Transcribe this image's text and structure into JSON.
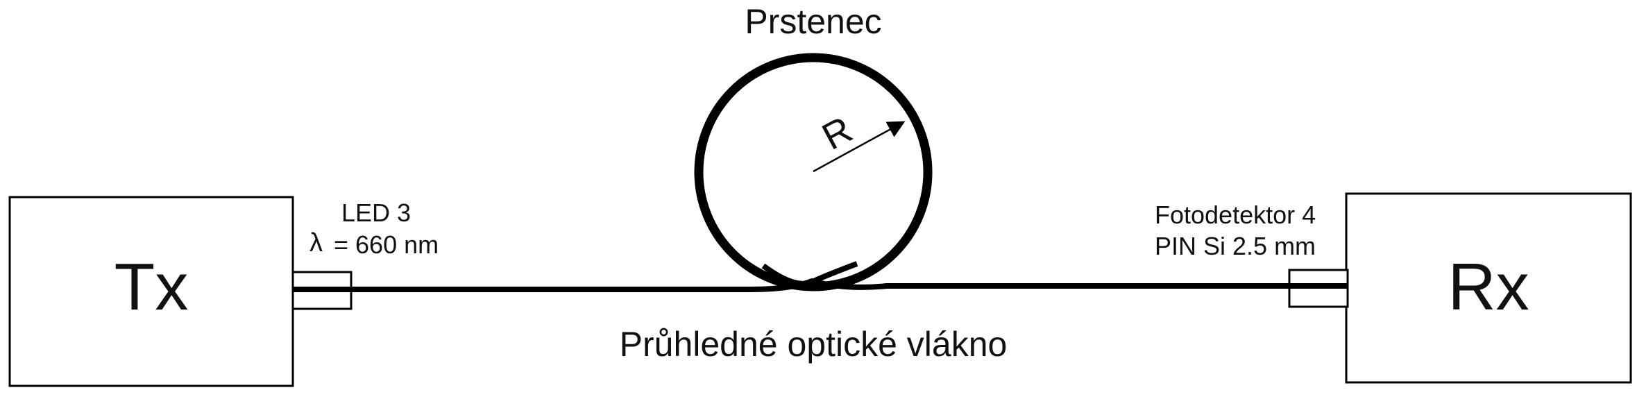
{
  "diagram": {
    "ring_title": "Prstenec",
    "radius_label": "R",
    "tx_label": "Tx",
    "rx_label": "Rx",
    "led_name": "LED 3",
    "led_lambda_symbol": "λ",
    "led_wavelength": "= 660 nm",
    "detector_name": "Fotodetektor 4",
    "detector_type": "PIN Si 2.5 mm",
    "fiber_caption": "Průhledné optické vlákno"
  },
  "colors": {
    "stroke": "#000000",
    "background": "#ffffff"
  }
}
